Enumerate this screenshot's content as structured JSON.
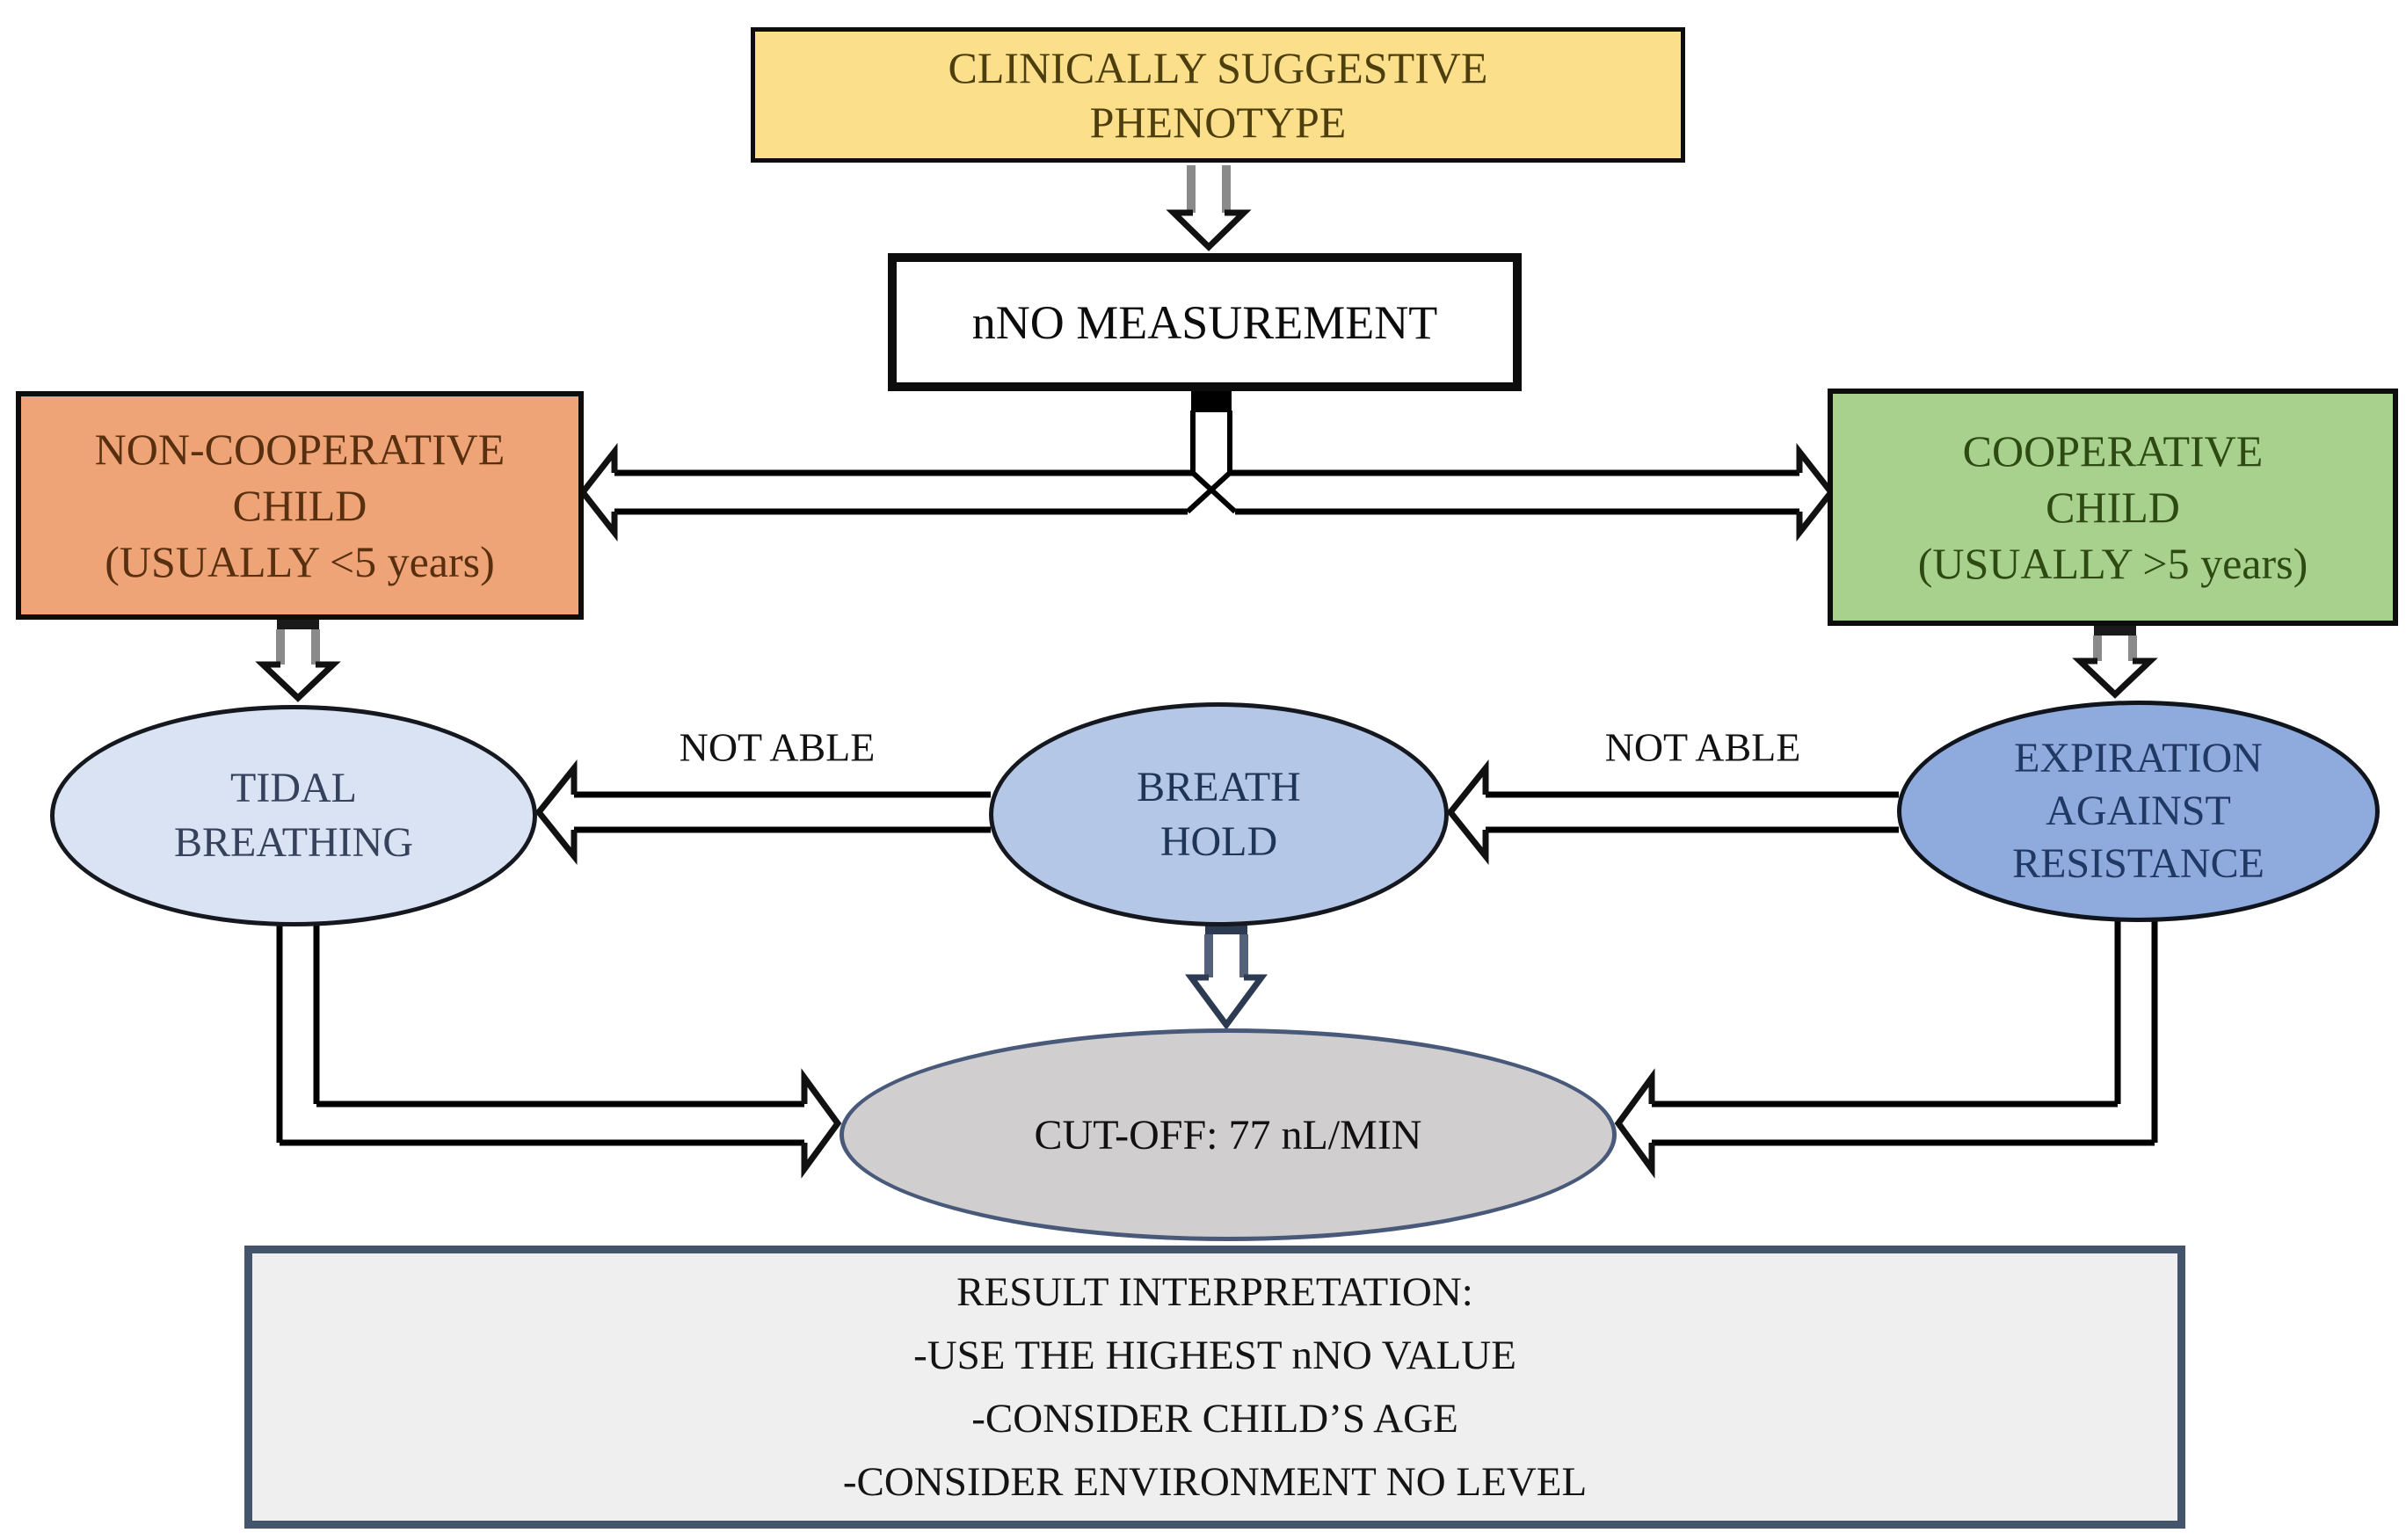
{
  "nodes": {
    "phenotype": {
      "label": "CLINICALLY SUGGESTIVE\nPHENOTYPE",
      "fill": "#FBDF8B"
    },
    "nno": {
      "label": "nNO MEASUREMENT",
      "fill": "#FFFFFF"
    },
    "non_cooperative": {
      "label": "NON-COOPERATIVE\nCHILD\n(USUALLY <5 years)",
      "fill": "#EFA478"
    },
    "cooperative": {
      "label": "COOPERATIVE\nCHILD\n(USUALLY >5 years)",
      "fill": "#A9D18E"
    },
    "tidal": {
      "label": "TIDAL\nBREATHING",
      "fill": "#DAE3F3"
    },
    "breath_hold": {
      "label": "BREATH\nHOLD",
      "fill": "#B4C7E7"
    },
    "expiration": {
      "label": "EXPIRATION\nAGAINST\nRESISTANCE",
      "fill": "#8FAADC"
    },
    "cutoff": {
      "label": "CUT-OFF: 77 nL/MIN",
      "fill": "#D0CECE"
    },
    "result": {
      "label": "RESULT INTERPRETATION:\n-USE THE HIGHEST nNO VALUE\n-CONSIDER CHILD’S AGE\n-CONSIDER ENVIRONMENT NO LEVEL",
      "fill": "#EFEFEF"
    }
  },
  "edge_labels": {
    "not_able_left": "NOT ABLE",
    "not_able_right": "NOT ABLE"
  },
  "colors": {
    "border_default": "#0D0D0D",
    "cutoff_border": "#49597A",
    "result_border": "#44546A",
    "arrow_outline": "#111111",
    "arrow_shaft_gray": "#8A8A8A"
  }
}
